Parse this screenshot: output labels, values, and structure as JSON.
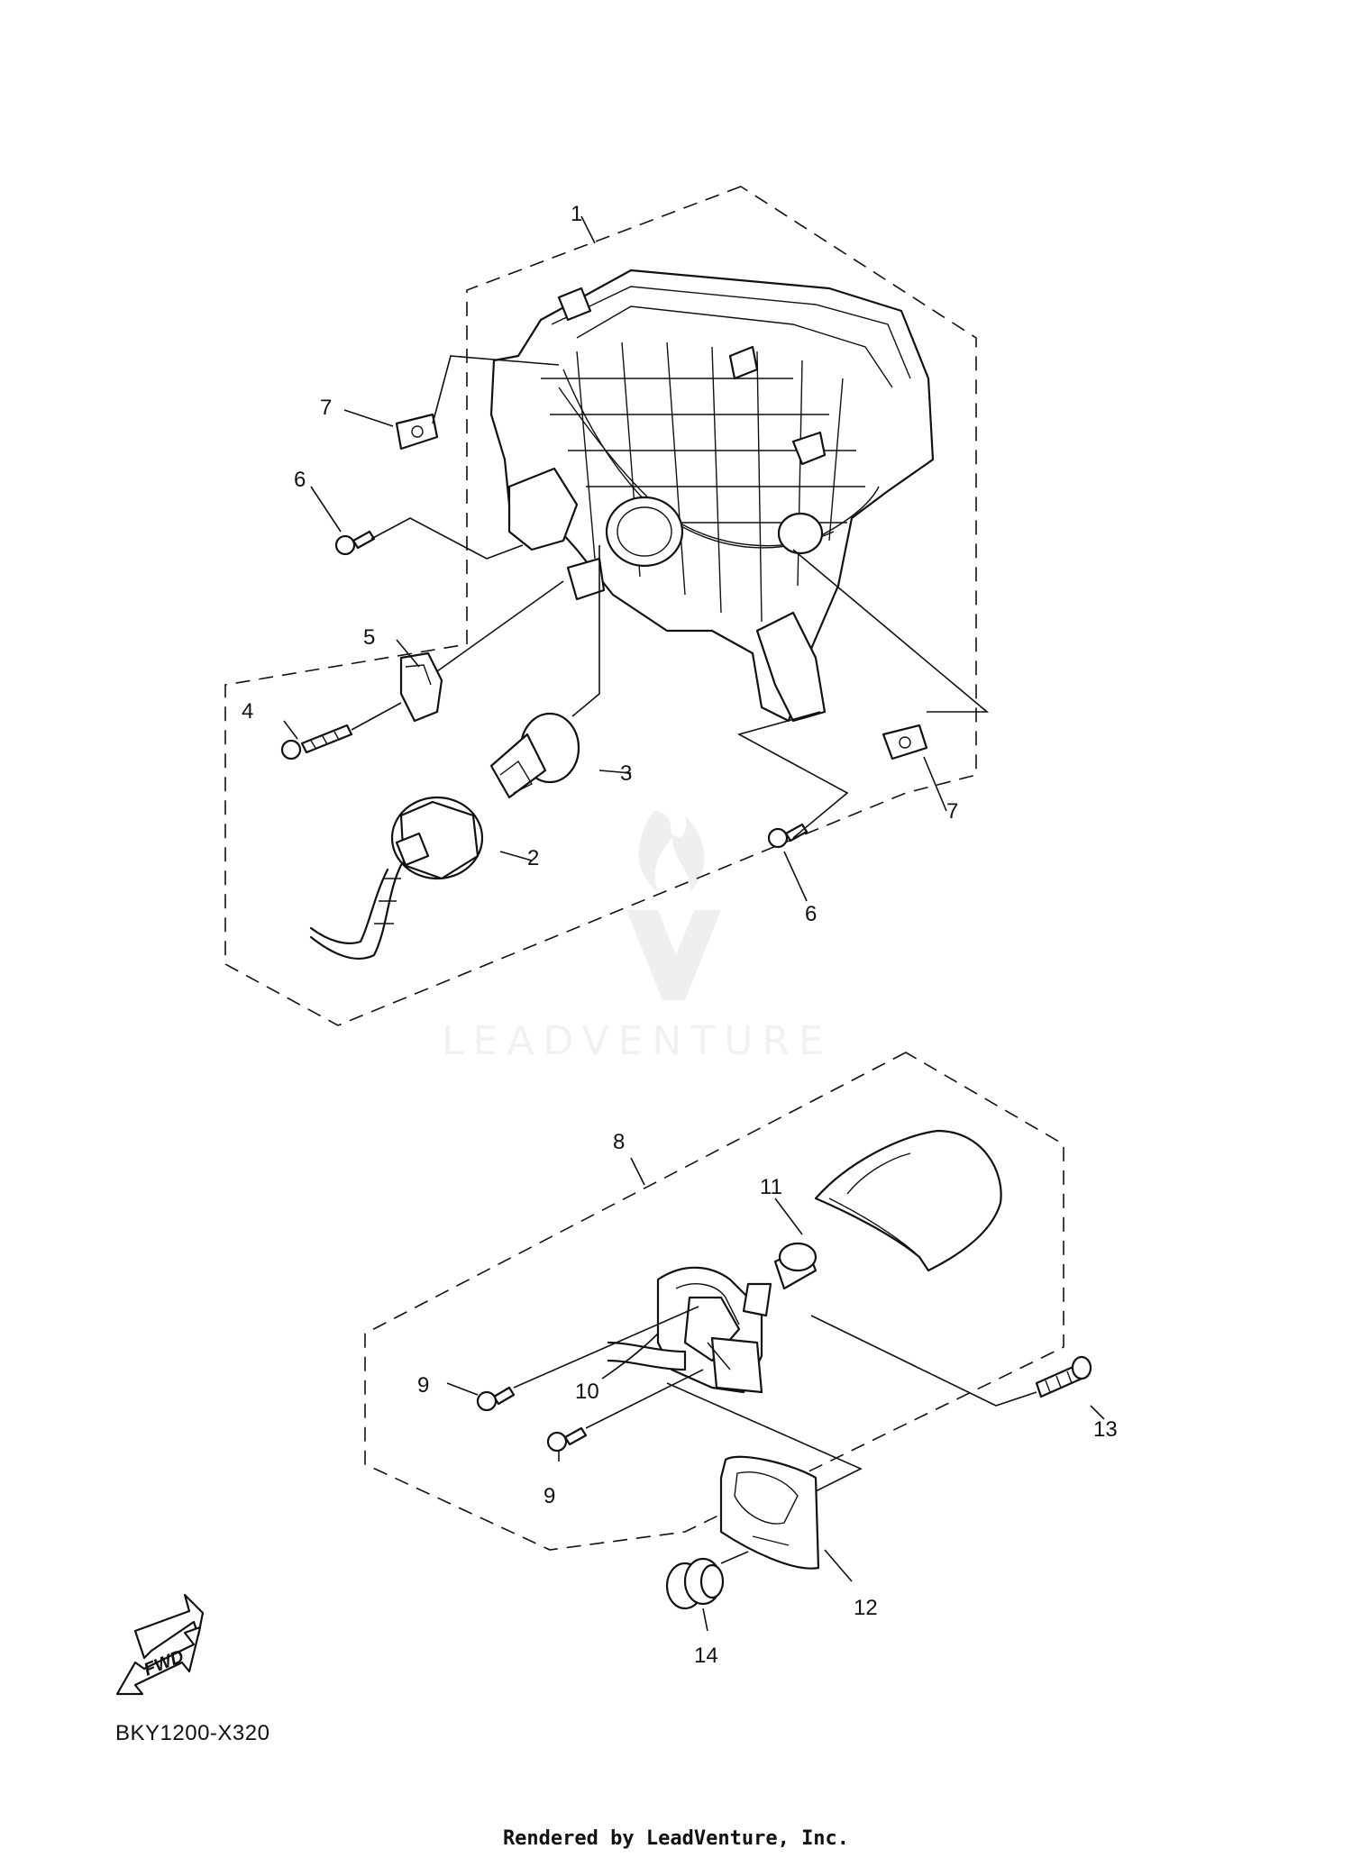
{
  "diagram": {
    "code": "BKY1200-X320",
    "footer": "Rendered by LeadVenture, Inc.",
    "watermark": "LEADVENTURE",
    "fwd_label": "FWD"
  },
  "callouts": {
    "c1": "1",
    "c2": "2",
    "c3": "3",
    "c4": "4",
    "c5": "5",
    "c6a": "6",
    "c6b": "6",
    "c7a": "7",
    "c7b": "7",
    "c8": "8",
    "c9a": "9",
    "c9b": "9",
    "c10": "10",
    "c11": "11",
    "c12": "12",
    "c13": "13",
    "c14": "14"
  }
}
